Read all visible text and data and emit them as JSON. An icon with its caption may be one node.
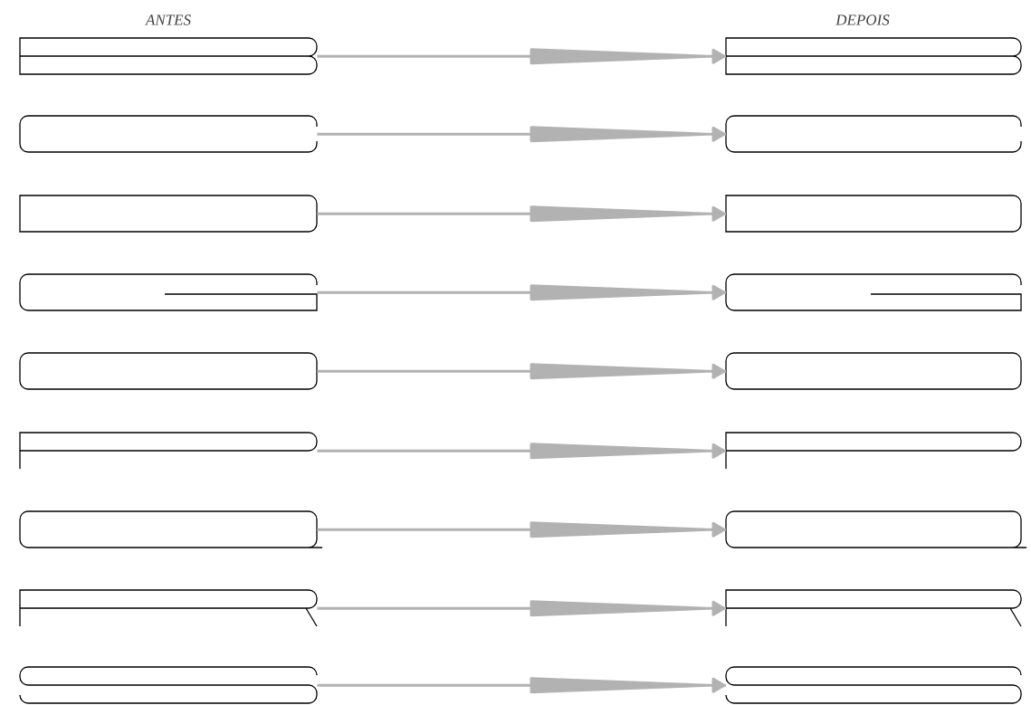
{
  "diagram": {
    "nodes": [
      {
        "text": [],
        "shape": "box"
      },
      {
        "text": [],
        "shape": "box"
      },
      {
        "text": [],
        "shape": "box"
      },
      {
        "text": [],
        "shape": "box"
      },
      {
        "text": [],
        "shape": "box"
      },
      {
        "text": [],
        "shape": "box"
      },
      {
        "text": [],
        "shape": "box"
      },
      {
        "text": [],
        "shape": "box"
      },
      {
        "text": [],
        "shape": "box"
      },
      {
        "text": [],
        "shape": "box"
      },
      {
        "text": [],
        "shape": "box"
      },
      {
        "text": [],
        "shape": "box"
      },
      {
        "text": [],
        "shape": "box"
      },
      {
        "text": [],
        "shape": "box"
      },
      {
        "text": [],
        "shape": "box"
      },
      {
        "text": [],
        "shape": "box"
      },
      {
        "text": [],
        "shape": "box"
      },
      {
        "text": [],
        "shape": "box"
      }
    ],
    "edges": [
      {
        "from": 0,
        "to": 1,
        "arrow": "to"
      },
      {
        "from": 2,
        "to": 3,
        "arrow": "to"
      },
      {
        "from": 4,
        "to": 5,
        "arrow": "to"
      },
      {
        "from": 6,
        "to": 7,
        "arrow": "to"
      },
      {
        "from": 8,
        "to": 9,
        "arrow": "to"
      },
      {
        "from": 10,
        "to": 11,
        "arrow": "to"
      },
      {
        "from": 12,
        "to": 13,
        "arrow": "to"
      },
      {
        "from": 14,
        "to": 15,
        "arrow": "to"
      },
      {
        "from": 16,
        "to": 17,
        "arrow": "to"
      }
    ],
    "labels": [
      "ANTES",
      "DEPOIS"
    ]
  }
}
